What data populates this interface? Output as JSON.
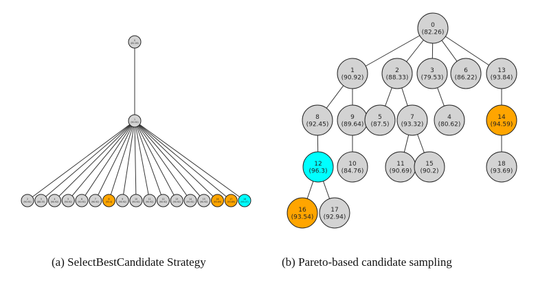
{
  "colors": {
    "default_node": "#d3d3d3",
    "highlight_orange": "#ffa500",
    "highlight_cyan": "#00ffff",
    "edge": "#333333"
  },
  "panel_a": {
    "caption": "(a) SelectBestCandidate Strategy",
    "root": {
      "id": "0",
      "score": "82.26"
    },
    "mid": {
      "id": "1",
      "score": "90.92"
    },
    "leaves": [
      {
        "id": "2",
        "score": "90.92",
        "color": "default_node"
      },
      {
        "id": "3",
        "score": "88.33",
        "color": "default_node"
      },
      {
        "id": "4",
        "score": "90.92",
        "color": "default_node"
      },
      {
        "id": "5",
        "score": "90.92",
        "color": "default_node"
      },
      {
        "id": "6",
        "score": "90.92",
        "color": "default_node"
      },
      {
        "id": "7",
        "score": "90.92",
        "color": "default_node"
      },
      {
        "id": "8",
        "score": "93.4",
        "color": "highlight_orange"
      },
      {
        "id": "9",
        "score": "90.92",
        "color": "default_node"
      },
      {
        "id": "10",
        "score": "90.92",
        "color": "default_node"
      },
      {
        "id": "11",
        "score": "90.92",
        "color": "default_node"
      },
      {
        "id": "12",
        "score": "90.92",
        "color": "default_node"
      },
      {
        "id": "13",
        "score": "90.92",
        "color": "default_node"
      },
      {
        "id": "14",
        "score": "90.92",
        "color": "default_node"
      },
      {
        "id": "15",
        "score": "90.92",
        "color": "default_node"
      },
      {
        "id": "16",
        "score": "93.69",
        "color": "highlight_orange"
      },
      {
        "id": "17",
        "score": "93.69",
        "color": "highlight_orange"
      },
      {
        "id": "18",
        "score": "95.07",
        "color": "highlight_cyan"
      }
    ]
  },
  "panel_b": {
    "caption": "(b) Pareto-based candidate sampling",
    "nodes": [
      {
        "id": "0",
        "score": "82.26",
        "color": "default_node"
      },
      {
        "id": "1",
        "score": "90.92",
        "color": "default_node"
      },
      {
        "id": "2",
        "score": "88.33",
        "color": "default_node"
      },
      {
        "id": "3",
        "score": "79.53",
        "color": "default_node"
      },
      {
        "id": "6",
        "score": "86.22",
        "color": "default_node"
      },
      {
        "id": "13",
        "score": "93.84",
        "color": "default_node"
      },
      {
        "id": "8",
        "score": "92.45",
        "color": "default_node"
      },
      {
        "id": "9",
        "score": "89.64",
        "color": "default_node"
      },
      {
        "id": "5",
        "score": "87.5",
        "color": "default_node"
      },
      {
        "id": "7",
        "score": "93.32",
        "color": "default_node"
      },
      {
        "id": "4",
        "score": "80.62",
        "color": "default_node"
      },
      {
        "id": "14",
        "score": "94.59",
        "color": "highlight_orange"
      },
      {
        "id": "12",
        "score": "96.3",
        "color": "highlight_cyan"
      },
      {
        "id": "10",
        "score": "84.76",
        "color": "default_node"
      },
      {
        "id": "11",
        "score": "90.69",
        "color": "default_node"
      },
      {
        "id": "15",
        "score": "90.2",
        "color": "default_node"
      },
      {
        "id": "18",
        "score": "93.69",
        "color": "default_node"
      },
      {
        "id": "16",
        "score": "93.54",
        "color": "highlight_orange"
      },
      {
        "id": "17",
        "score": "92.94",
        "color": "default_node"
      }
    ],
    "edges": [
      [
        "0",
        "1"
      ],
      [
        "0",
        "2"
      ],
      [
        "0",
        "3"
      ],
      [
        "0",
        "6"
      ],
      [
        "0",
        "13"
      ],
      [
        "1",
        "8"
      ],
      [
        "1",
        "9"
      ],
      [
        "2",
        "5"
      ],
      [
        "2",
        "7"
      ],
      [
        "3",
        "4"
      ],
      [
        "13",
        "14"
      ],
      [
        "8",
        "12"
      ],
      [
        "9",
        "10"
      ],
      [
        "7",
        "11"
      ],
      [
        "7",
        "15"
      ],
      [
        "14",
        "18"
      ],
      [
        "12",
        "16"
      ],
      [
        "12",
        "17"
      ]
    ]
  }
}
